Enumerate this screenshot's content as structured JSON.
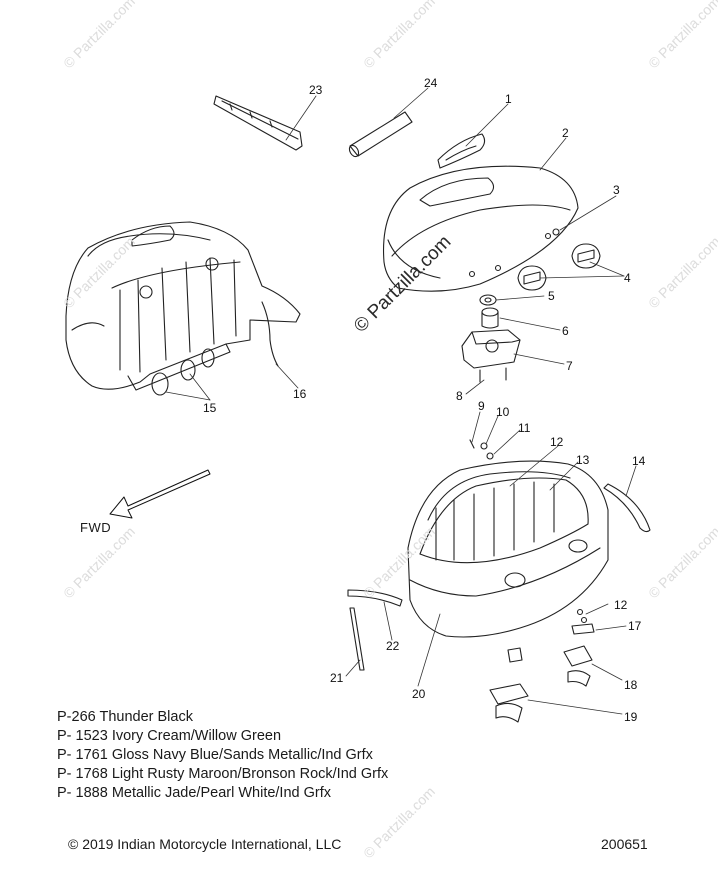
{
  "callouts": [
    "1",
    "2",
    "3",
    "4",
    "5",
    "6",
    "7",
    "8",
    "9",
    "10",
    "11",
    "12",
    "13",
    "14",
    "15",
    "16",
    "17",
    "18",
    "19",
    "20",
    "21",
    "22",
    "23",
    "24",
    "12"
  ],
  "direction_label": "FWD",
  "color_codes": [
    "P-266  Thunder Black",
    "P- 1523 Ivory Cream/Willow Green",
    "P- 1761 Gloss Navy Blue/Sands Metallic/Ind Grfx",
    "P- 1768 Light Rusty Maroon/Bronson Rock/Ind Grfx",
    "P- 1888 Metallic Jade/Pearl White/Ind Grfx"
  ],
  "copyright": "© 2019 Indian Motorcycle International, LLC",
  "drawing_number": "200651",
  "watermark": "© Partzilla.com"
}
